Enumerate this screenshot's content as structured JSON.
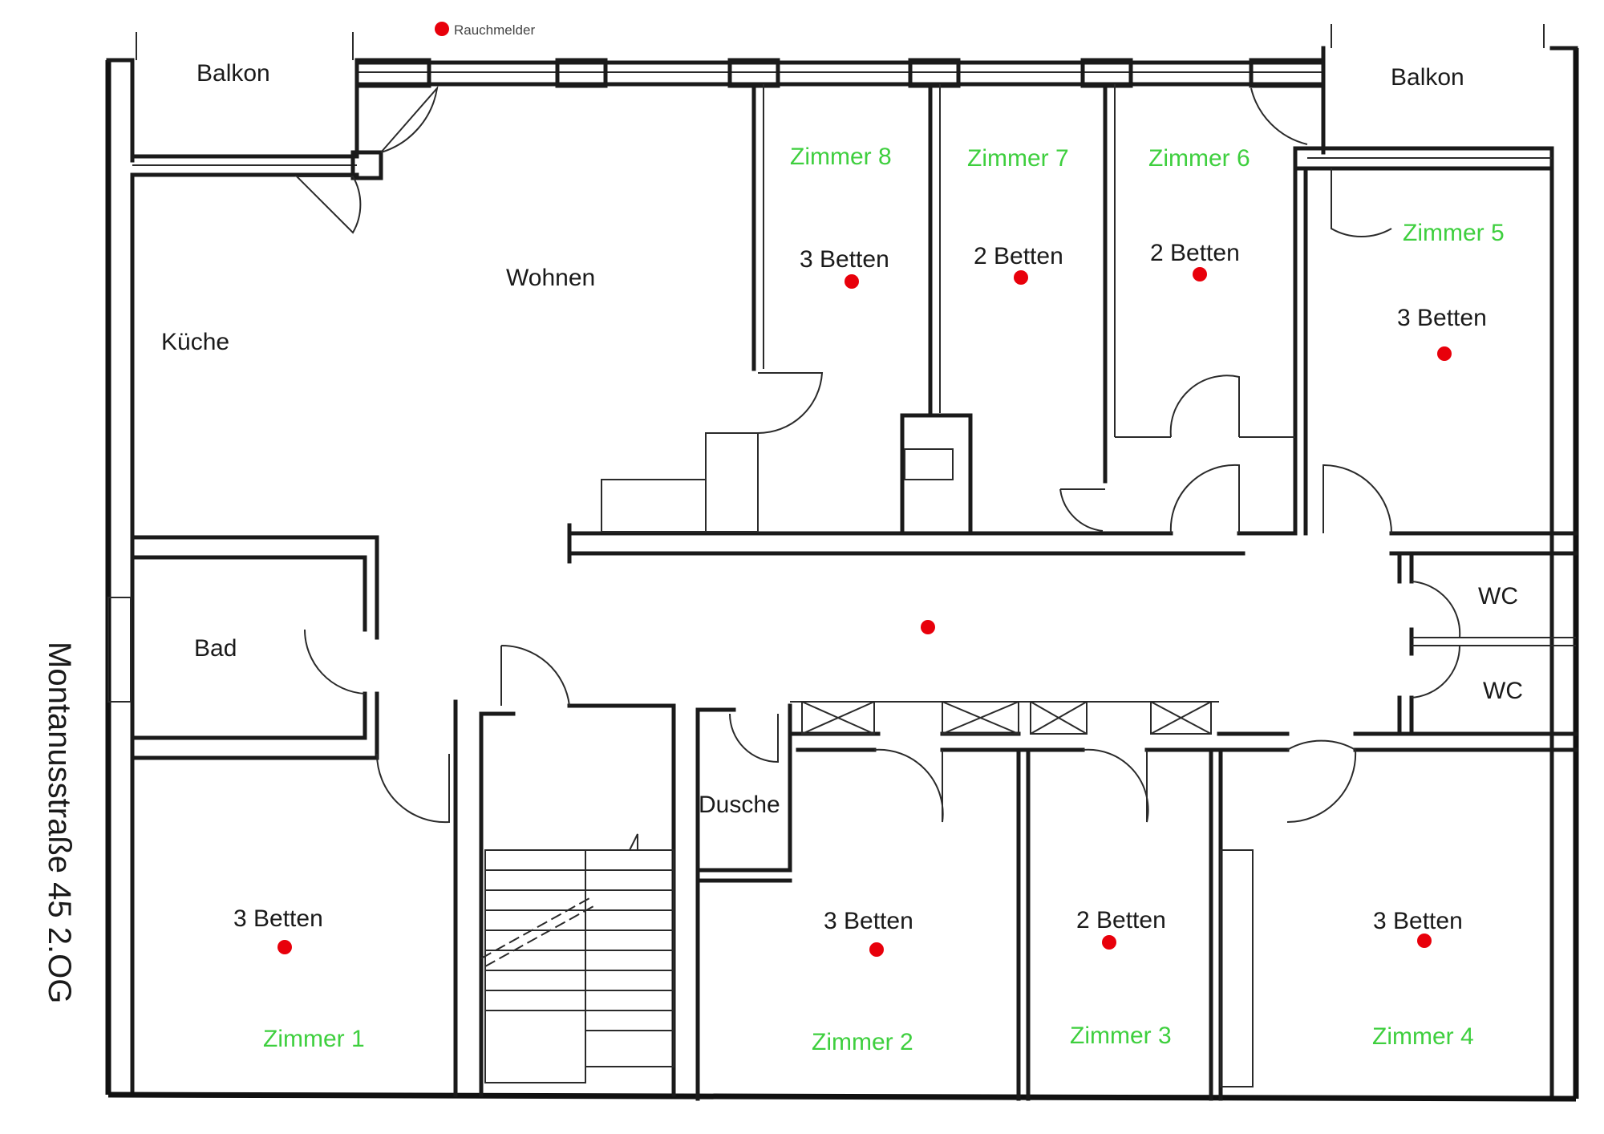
{
  "legend": {
    "smoke_detector_label": "Rauchmelder"
  },
  "street_label": "Montanusstraße 45 2.OG",
  "labels": {
    "balkon_left": "Balkon",
    "balkon_right": "Balkon",
    "kueche": "Küche",
    "wohnen": "Wohnen",
    "bad": "Bad",
    "dusche": "Dusche",
    "wc_upper": "WC",
    "wc_lower": "WC"
  },
  "rooms": {
    "zimmer8": {
      "name": "Zimmer 8",
      "beds": "3 Betten"
    },
    "zimmer7": {
      "name": "Zimmer 7",
      "beds": "2 Betten"
    },
    "zimmer6": {
      "name": "Zimmer 6",
      "beds": "2 Betten"
    },
    "zimmer5": {
      "name": "Zimmer 5",
      "beds": "3 Betten"
    },
    "zimmer1": {
      "name": "Zimmer 1",
      "beds": "3 Betten"
    },
    "zimmer2": {
      "name": "Zimmer 2",
      "beds": "3 Betten"
    },
    "zimmer3": {
      "name": "Zimmer 3",
      "beds": "2 Betten"
    },
    "zimmer4": {
      "name": "Zimmer 4",
      "beds": "3 Betten"
    }
  },
  "colors": {
    "room_label": "#3ecf3e",
    "smoke_detector": "#e8000b",
    "walls": "#1a1a1a"
  }
}
